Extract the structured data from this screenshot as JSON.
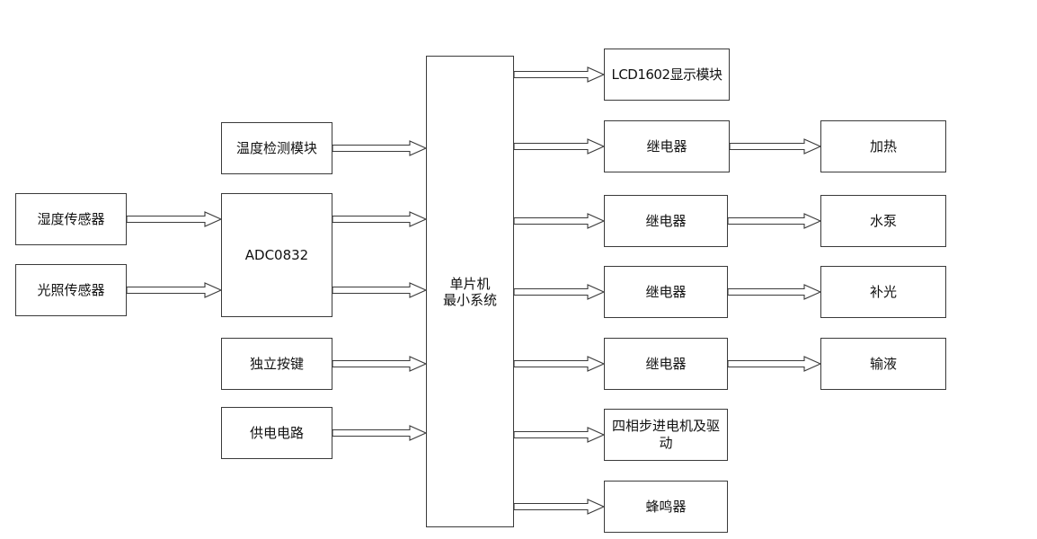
{
  "colors": {
    "stroke": "#3a3a3a",
    "background": "#ffffff",
    "text": "#111111"
  },
  "blocks": {
    "humidity_sensor": "湿度传感器",
    "light_sensor": "光照传感器",
    "temp_module": "温度检测模块",
    "adc": "ADC0832",
    "keys": "独立按键",
    "power": "供电电路",
    "mcu": "单片机\n最小系统",
    "lcd": "LCD1602显示模块",
    "relay_1": "继电器",
    "relay_2": "继电器",
    "relay_3": "继电器",
    "relay_4": "继电器",
    "stepper": "四相步进电机及驱动",
    "buzzer": "蜂鸣器",
    "heating": "加热",
    "pump": "水泵",
    "fill_light": "补光",
    "infusion": "输液"
  }
}
